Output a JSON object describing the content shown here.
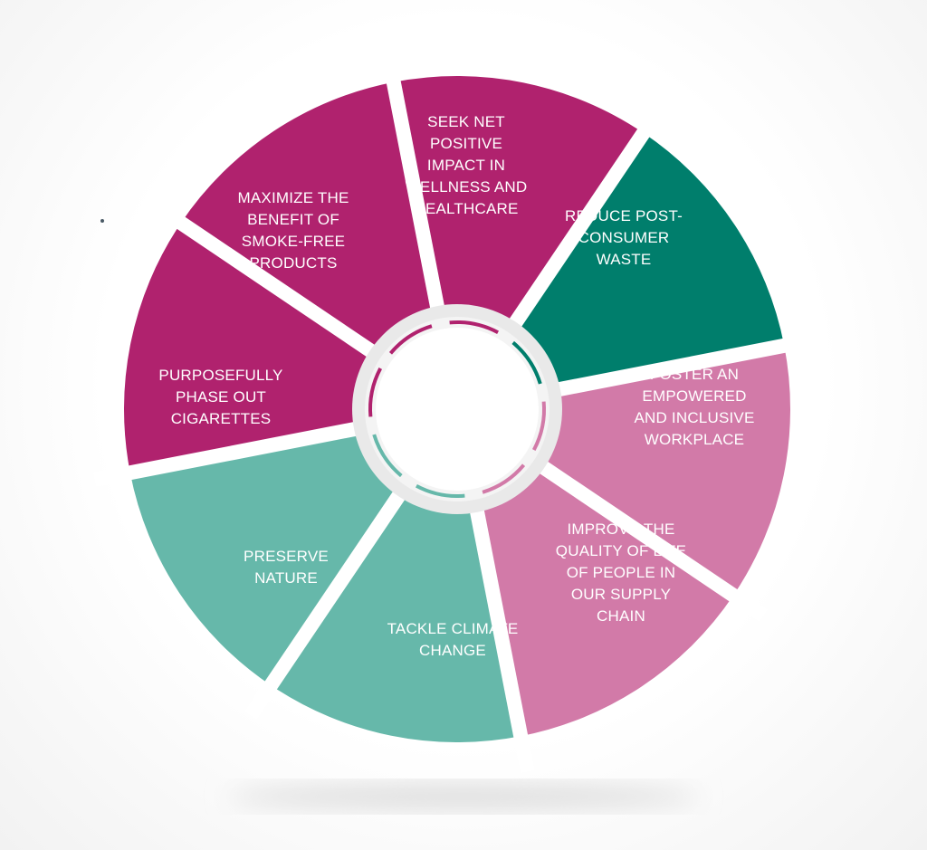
{
  "diagram": {
    "segments": [
      {
        "id": "wellness",
        "lines": [
          "SEEK NET",
          "POSITIVE",
          "IMPACT IN",
          "WELLNESS AND",
          "HEALTHCARE"
        ],
        "color": "#b0226e"
      },
      {
        "id": "waste",
        "lines": [
          "REDUCE POST-",
          "CONSUMER",
          "WASTE"
        ],
        "color": "#007e6c"
      },
      {
        "id": "workplace",
        "lines": [
          "FOSTER AN",
          "EMPOWERED",
          "AND INCLUSIVE",
          "WORKPLACE"
        ],
        "color": "#d27aa8"
      },
      {
        "id": "supply-chain",
        "lines": [
          "IMPROVE THE",
          "QUALITY OF LIFE",
          "OF PEOPLE IN",
          "OUR SUPPLY",
          "CHAIN"
        ],
        "color": "#d27aa8"
      },
      {
        "id": "climate",
        "lines": [
          "TACKLE CLIMATE",
          "CHANGE"
        ],
        "color": "#66b8aa"
      },
      {
        "id": "nature",
        "lines": [
          "PRESERVE",
          "NATURE"
        ],
        "color": "#66b8aa"
      },
      {
        "id": "cigarettes",
        "lines": [
          "PURPOSEFULLY",
          "PHASE OUT",
          "CIGARETTES"
        ],
        "color": "#b0226e"
      },
      {
        "id": "smoke-free",
        "lines": [
          "MAXIMIZE THE",
          "BENEFIT OF",
          "SMOKE-FREE",
          "PRODUCTS"
        ],
        "color": "#b0226e"
      }
    ],
    "colors": {
      "separator": "#ffffff",
      "inner_ring": "#e9e9e9",
      "hub": "#ffffff"
    }
  }
}
